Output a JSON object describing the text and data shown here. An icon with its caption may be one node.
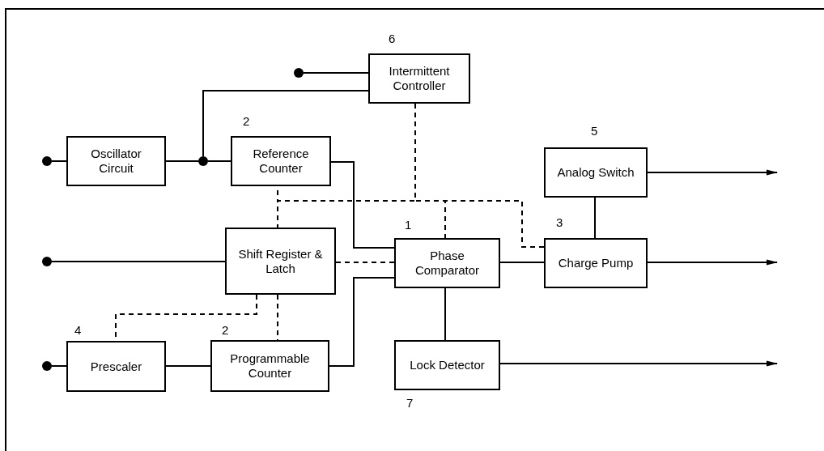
{
  "diagram": {
    "nodes": [
      {
        "text": [],
        "shape": "circle"
      },
      {
        "text": [
          "Intermittent Controller"
        ],
        "beside": [
          "6"
        ]
      },
      {
        "text": [],
        "shape": "circle"
      },
      {
        "text": [
          "Oscillator Circuit"
        ]
      },
      {
        "text": [],
        "shape": "circle"
      },
      {
        "text": [
          "Reference Counter"
        ],
        "beside": [
          "2"
        ]
      },
      {
        "text": [
          "Analog Switch"
        ],
        "beside": [
          "5"
        ]
      },
      {
        "text": [],
        "shape": "circle"
      },
      {
        "text": [
          "Shift Register & Latch"
        ]
      },
      {
        "text": [
          "Phase Comparator"
        ],
        "beside": [
          "1"
        ]
      },
      {
        "text": [
          "Charge Pump"
        ],
        "beside": [
          "3"
        ]
      },
      {
        "text": [],
        "shape": "circle"
      },
      {
        "text": [
          "Prescaler"
        ],
        "beside": [
          "4"
        ]
      },
      {
        "text": [
          "Programmable Counter"
        ],
        "beside": [
          "2"
        ]
      },
      {
        "text": [
          "Lock Detector"
        ],
        "beside": [
          "7"
        ]
      }
    ],
    "edges": [
      {
        "from": 0,
        "to": 1,
        "arrow": "none"
      },
      {
        "from": 2,
        "to": 3,
        "arrow": "none"
      },
      {
        "from": 3,
        "to": 4,
        "arrow": "none"
      },
      {
        "from": 4,
        "to": 5,
        "arrow": "none"
      },
      {
        "from": 4,
        "to": 1,
        "arrow": "none"
      },
      {
        "from": 1,
        "to": 5,
        "arrow": "none",
        "style": "dashed"
      },
      {
        "from": 1,
        "to": 8,
        "arrow": "none",
        "style": "dashed"
      },
      {
        "from": 1,
        "to": 9,
        "arrow": "none",
        "style": "dashed"
      },
      {
        "from": 1,
        "to": 10,
        "arrow": "none",
        "style": "dashed"
      },
      {
        "from": 5,
        "to": 9,
        "arrow": "none"
      },
      {
        "from": 8,
        "to": 9,
        "arrow": "none",
        "style": "dashed"
      },
      {
        "from": 7,
        "to": 8,
        "arrow": "none"
      },
      {
        "from": 8,
        "to": 12,
        "arrow": "none",
        "style": "dashed"
      },
      {
        "from": 8,
        "to": 13,
        "arrow": "none",
        "style": "dashed"
      },
      {
        "from": 11,
        "to": 12,
        "arrow": "none"
      },
      {
        "from": 12,
        "to": 13,
        "arrow": "none"
      },
      {
        "from": 13,
        "to": 9,
        "arrow": "none"
      },
      {
        "from": 9,
        "to": 10,
        "arrow": "none"
      },
      {
        "from": 9,
        "to": 14,
        "arrow": "none"
      },
      {
        "from": 6,
        "to": 10,
        "arrow": "none"
      },
      {
        "from": 6,
        "to": null,
        "arrow": "to"
      },
      {
        "from": 10,
        "to": null,
        "arrow": "to"
      },
      {
        "from": 14,
        "to": null,
        "arrow": "to"
      }
    ]
  }
}
